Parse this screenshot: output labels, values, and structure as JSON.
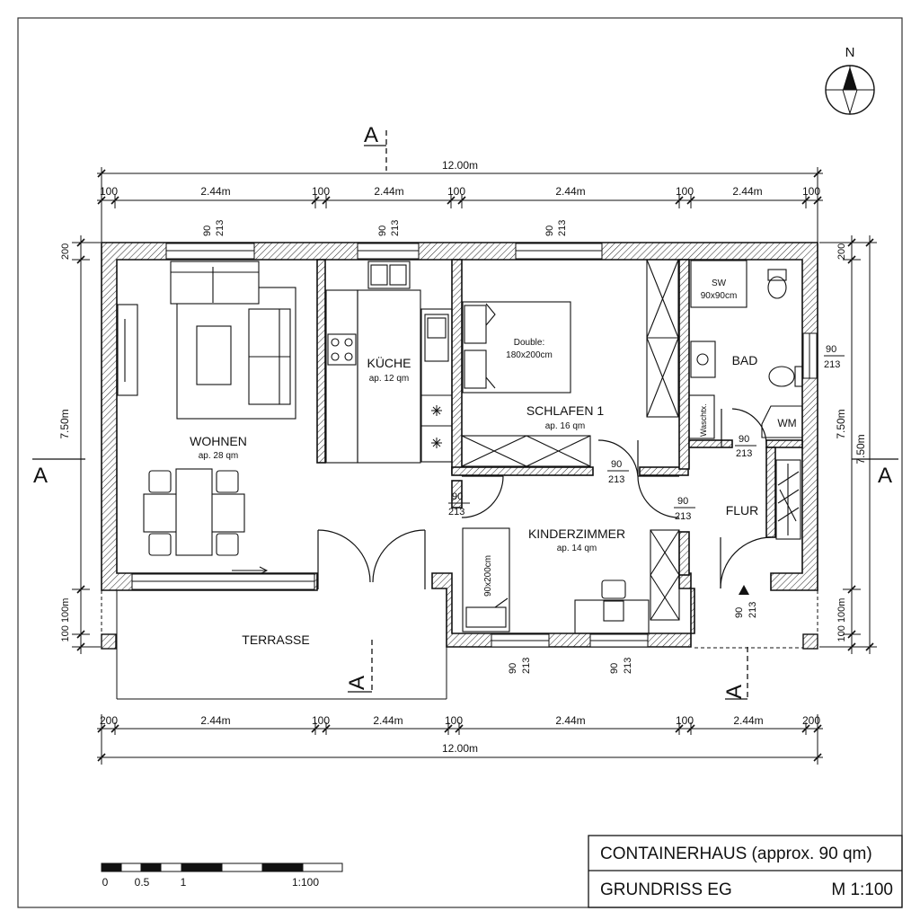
{
  "north": "N",
  "section_letter": "A",
  "dims": {
    "overall": "12.00m",
    "module": "2.44m",
    "gap_100": "100",
    "gap_200": "200",
    "side_200": "200",
    "side_750": "7.50m",
    "side_100_100": "100 100m",
    "side_100_100_right": "100 100m"
  },
  "doors": {
    "width": "90",
    "height": "213"
  },
  "rooms": {
    "wohnen": {
      "name": "WOHNEN",
      "area": "ap. 28 qm"
    },
    "kueche": {
      "name": "KÜCHE",
      "area": "ap. 12 qm"
    },
    "schlafen": {
      "name": "SCHLAFEN 1",
      "area": "ap. 16 qm"
    },
    "bad": {
      "name": "BAD"
    },
    "kinder": {
      "name": "KINDERZIMMER",
      "area": "ap. 14 qm"
    },
    "flur": {
      "name": "FLUR"
    },
    "terrasse": {
      "name": "TERRASSE"
    }
  },
  "furniture": {
    "double_bed": [
      "Double:",
      "180x200cm"
    ],
    "single_bed": "90x200cm",
    "shower": [
      "SW",
      "90x90cm"
    ],
    "wm": "WM",
    "waschtisch": "Waschtx."
  },
  "scale_bar": {
    "ticks": [
      "0",
      "0.5",
      "1"
    ],
    "ratio": "1:100"
  },
  "title_block": {
    "project": "CONTAINERHAUS (approx. 90 qm)",
    "drawing": "GRUNDRISS EG",
    "scale": "M 1:100"
  }
}
